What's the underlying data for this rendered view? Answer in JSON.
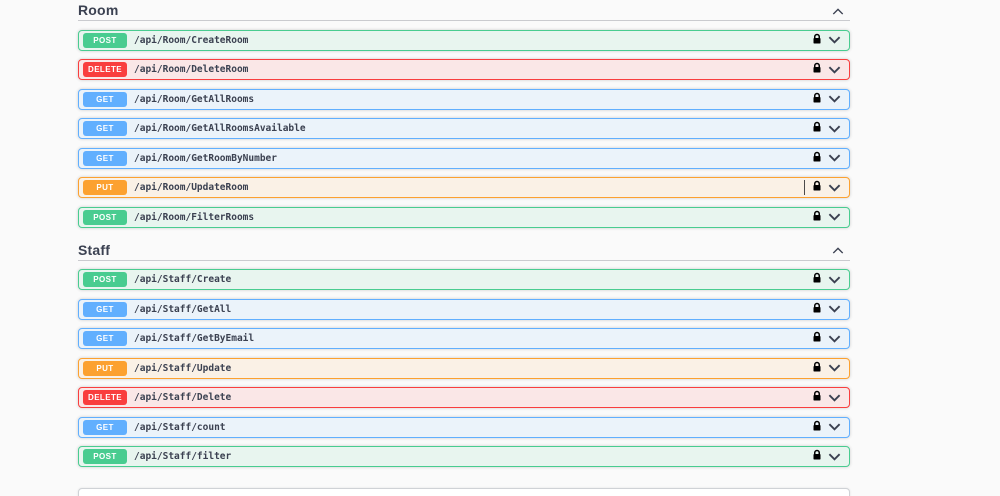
{
  "colors": {
    "page_bg": "#fafafa",
    "text": "#3b4151",
    "post": "#49cc90",
    "get": "#61affe",
    "put": "#fca130",
    "delete": "#f93e3e",
    "post_bg": "#e8f5ef",
    "get_bg": "#ebf3fa",
    "put_bg": "#faf1e6",
    "delete_bg": "#fae7e7",
    "lock": "#000000"
  },
  "icons": {
    "lock": "closed-padlock",
    "row_expand": "chevron-down",
    "section_collapse": "chevron-up"
  },
  "sections": [
    {
      "title": "Room",
      "endpoints": [
        {
          "method": "POST",
          "path": "/api/Room/CreateRoom"
        },
        {
          "method": "DELETE",
          "path": "/api/Room/DeleteRoom"
        },
        {
          "method": "GET",
          "path": "/api/Room/GetAllRooms"
        },
        {
          "method": "GET",
          "path": "/api/Room/GetAllRoomsAvailable"
        },
        {
          "method": "GET",
          "path": "/api/Room/GetRoomByNumber"
        },
        {
          "method": "PUT",
          "path": "/api/Room/UpdateRoom"
        },
        {
          "method": "POST",
          "path": "/api/Room/FilterRooms"
        }
      ]
    },
    {
      "title": "Staff",
      "endpoints": [
        {
          "method": "POST",
          "path": "/api/Staff/Create"
        },
        {
          "method": "GET",
          "path": "/api/Staff/GetAll"
        },
        {
          "method": "GET",
          "path": "/api/Staff/GetByEmail"
        },
        {
          "method": "PUT",
          "path": "/api/Staff/Update"
        },
        {
          "method": "DELETE",
          "path": "/api/Staff/Delete"
        },
        {
          "method": "GET",
          "path": "/api/Staff/count"
        },
        {
          "method": "POST",
          "path": "/api/Staff/filter"
        }
      ]
    }
  ]
}
